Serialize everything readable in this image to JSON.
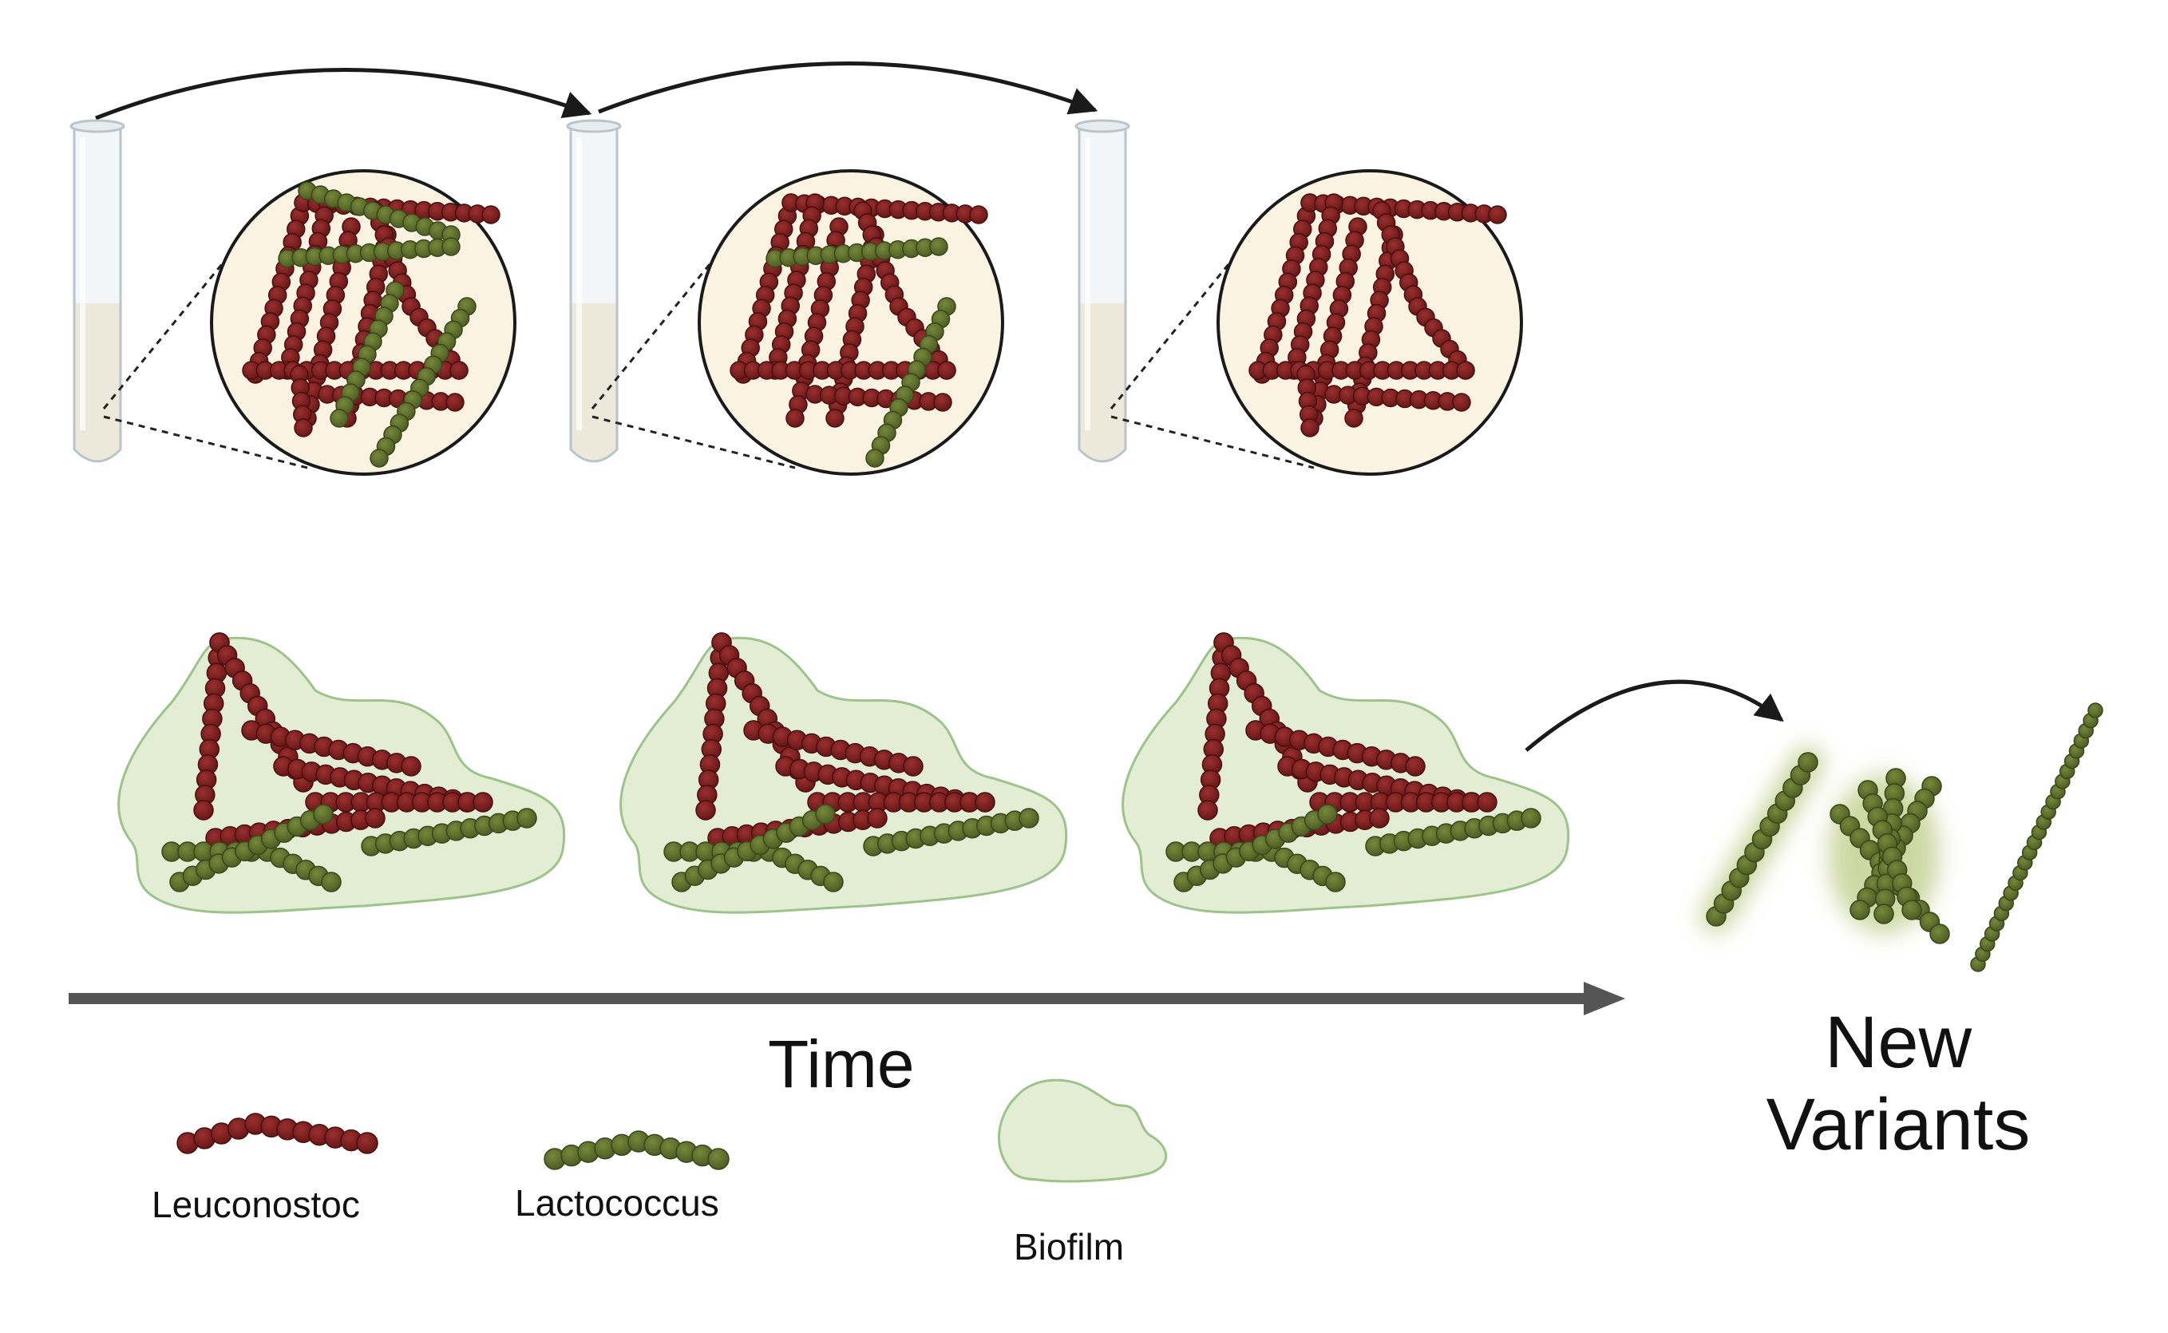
{
  "labels": {
    "time": "Time",
    "new_variants_line1": "New",
    "new_variants_line2": "Variants"
  },
  "legend": {
    "leuconostoc": "Leuconostoc",
    "lactococcus": "Lactococcus",
    "biofilm": "Biofilm"
  },
  "colors": {
    "leuconostoc": "#7a1f1f",
    "lactococcus": "#5d6e2c",
    "biofilm_fill": "#e3edd3",
    "biofilm_stroke": "#9cc48a",
    "medium": "#f5ecd2",
    "circle_bg": "#faf3e2",
    "arrow": "#1a1a1a",
    "time_arrow": "#555555"
  },
  "stages": {
    "tubes": 3,
    "biofilms": 3,
    "tube_magnified_populations": [
      {
        "leuconostoc_chains": 9,
        "lactococcus_chains": 4
      },
      {
        "leuconostoc_chains": 8,
        "lactococcus_chains": 2
      },
      {
        "leuconostoc_chains": 9,
        "lactococcus_chains": 0
      }
    ],
    "new_variants": 3
  }
}
